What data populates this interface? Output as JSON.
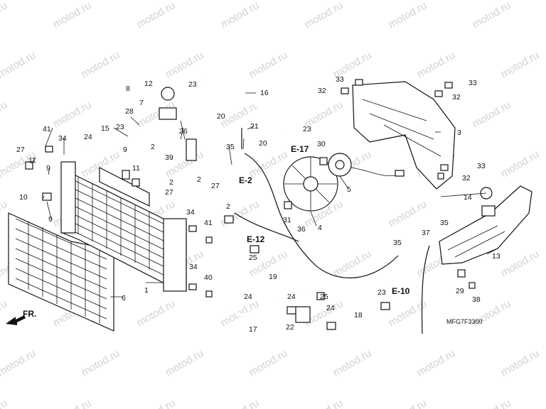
{
  "watermark": "motod.ru",
  "diagram_code": "MFG7F3300",
  "front_label": "FR.",
  "section_refs": [
    "E-17",
    "E-2",
    "E-12",
    "E-10"
  ],
  "callouts": [
    "1",
    "2",
    "2",
    "2",
    "2",
    "3",
    "4",
    "5",
    "6",
    "7",
    "8",
    "9",
    "9",
    "9",
    "10",
    "11",
    "11",
    "12",
    "13",
    "14",
    "15",
    "16",
    "17",
    "18",
    "19",
    "20",
    "20",
    "21",
    "22",
    "23",
    "23",
    "23",
    "23",
    "24",
    "24",
    "24",
    "24",
    "25",
    "25",
    "26",
    "27",
    "27",
    "27",
    "28",
    "29",
    "30",
    "31",
    "32",
    "32",
    "32",
    "33",
    "33",
    "33",
    "34",
    "34",
    "34",
    "35",
    "35",
    "35",
    "36",
    "37",
    "38",
    "39",
    "40",
    "41",
    "41"
  ]
}
